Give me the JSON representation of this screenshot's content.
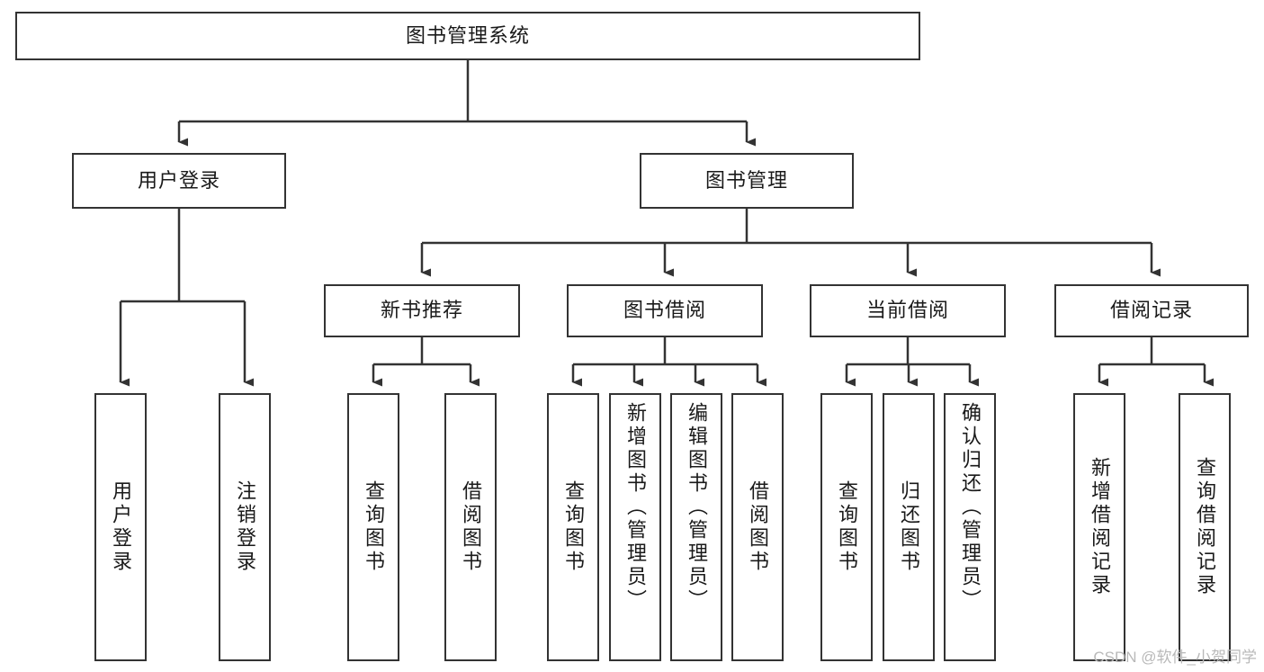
{
  "diagram": {
    "title_node": {
      "label": "图书管理系统"
    },
    "level2": [
      {
        "id": "user-login",
        "label": "用户登录"
      },
      {
        "id": "book-manage",
        "label": "图书管理"
      }
    ],
    "level3": [
      {
        "id": "new-book-recommend",
        "label": "新书推荐"
      },
      {
        "id": "book-borrow",
        "label": "图书借阅"
      },
      {
        "id": "current-borrow",
        "label": "当前借阅"
      },
      {
        "id": "borrow-record",
        "label": "借阅记录"
      }
    ],
    "leaves": [
      {
        "id": "leaf-user-login",
        "label": "用户登录"
      },
      {
        "id": "leaf-user-logout",
        "label": "注销登录"
      },
      {
        "id": "leaf-query-book-1",
        "label": "查询图书"
      },
      {
        "id": "leaf-borrow-book-1",
        "label": "借阅图书"
      },
      {
        "id": "leaf-query-book-2",
        "label": "查询图书"
      },
      {
        "id": "leaf-add-book",
        "label": "新增图书（管理员）"
      },
      {
        "id": "leaf-edit-book",
        "label": "编辑图书（管理员）"
      },
      {
        "id": "leaf-borrow-book-2",
        "label": "借阅图书"
      },
      {
        "id": "leaf-query-book-3",
        "label": "查询图书"
      },
      {
        "id": "leaf-return-book",
        "label": "归还图书"
      },
      {
        "id": "leaf-confirm-return",
        "label": "确认归还（管理员）"
      },
      {
        "id": "leaf-add-record",
        "label": "新增借阅记录"
      },
      {
        "id": "leaf-query-record",
        "label": "查询借阅记录"
      }
    ],
    "colors": {
      "stroke": "#333333",
      "fill": "#ffffff",
      "text": "#1a1a1a",
      "watermark": "#b9b9b9"
    }
  },
  "watermark": {
    "text": "CSDN @软件_小贺同学"
  }
}
